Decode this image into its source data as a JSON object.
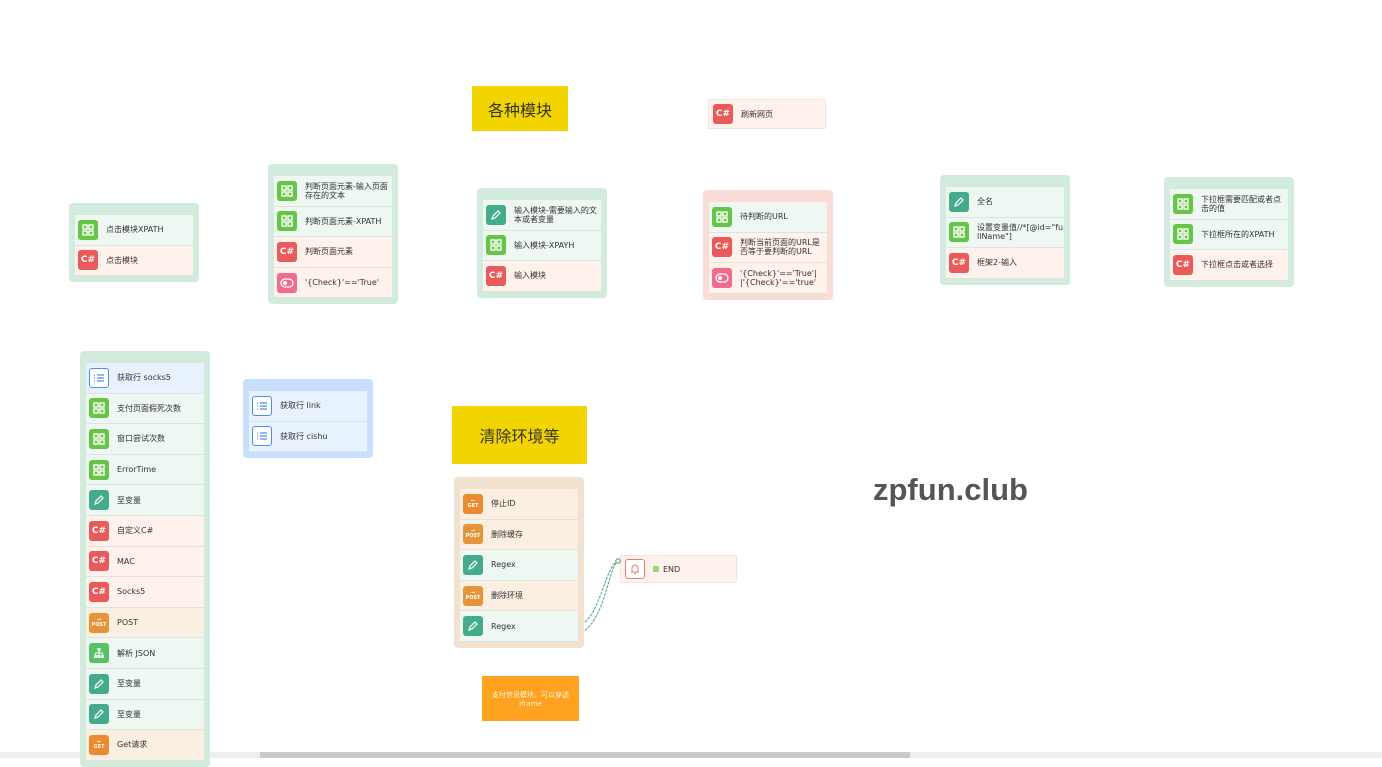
{
  "labels": {
    "modules": "各种模块",
    "cleanup": "清除环境等",
    "payment_note": "支付信息模块，可以穿透iframe"
  },
  "watermark": "zpfun.club",
  "refresh_node": {
    "icon": "cs",
    "label": "刷新网页"
  },
  "end_node": {
    "icon": "bell",
    "label": "END"
  },
  "groups": [
    {
      "theme": "green",
      "items": [
        {
          "icon": "grid",
          "label": "点击模块XPATH"
        },
        {
          "icon": "cs",
          "label": "点击模块"
        }
      ]
    },
    {
      "theme": "green",
      "items": [
        {
          "icon": "grid",
          "label": "判断页面元素-输入页面存在的文本"
        },
        {
          "icon": "grid",
          "label": "判断页面元素-XPATH"
        },
        {
          "icon": "cs",
          "label": "判断页面元素"
        },
        {
          "icon": "toggle",
          "label": "'{Check}'=='True'"
        }
      ]
    },
    {
      "theme": "green",
      "items": [
        {
          "icon": "pencil",
          "label": "输入模块-需要输入的文本或者变量"
        },
        {
          "icon": "grid",
          "label": "输入模块-XPAYH"
        },
        {
          "icon": "cs",
          "label": "输入模块"
        }
      ]
    },
    {
      "theme": "pink",
      "items": [
        {
          "icon": "grid",
          "label": "待判断的URL"
        },
        {
          "icon": "cs",
          "label": "判断当前页面的URL是否等于要判断的URL"
        },
        {
          "icon": "toggle",
          "label": "'{Check}'=='True'||'{Check}'=='true'"
        }
      ]
    },
    {
      "theme": "green",
      "items": [
        {
          "icon": "pencil",
          "label": "全名"
        },
        {
          "icon": "grid",
          "label": "设置变量值//*[@id=\"fullName\"]"
        },
        {
          "icon": "cs",
          "label": "框架2-输入"
        }
      ]
    },
    {
      "theme": "green",
      "items": [
        {
          "icon": "grid",
          "label": "下拉框需要匹配或者点击的值"
        },
        {
          "icon": "grid",
          "label": "下拉框所在的XPATH"
        },
        {
          "icon": "cs",
          "label": "下拉框点击或者选择"
        }
      ]
    },
    {
      "theme": "green",
      "items": [
        {
          "icon": "list",
          "label": "获取行 socks5"
        },
        {
          "icon": "grid",
          "label": "支付页面假死次数"
        },
        {
          "icon": "grid",
          "label": "窗口尝试次数"
        },
        {
          "icon": "grid",
          "label": "ErrorTime"
        },
        {
          "icon": "pencil",
          "label": "至变量"
        },
        {
          "icon": "cs",
          "label": "自定义C#"
        },
        {
          "icon": "cs",
          "label": "MAC"
        },
        {
          "icon": "cs",
          "label": "Socks5"
        },
        {
          "icon": "post",
          "label": "POST"
        },
        {
          "icon": "tree",
          "label": "解析 JSON"
        },
        {
          "icon": "pencil",
          "label": "至变量"
        },
        {
          "icon": "pencil",
          "label": "至变量"
        },
        {
          "icon": "get",
          "label": "Get请求"
        }
      ]
    },
    {
      "theme": "blue",
      "items": [
        {
          "icon": "list",
          "label": "获取行 link"
        },
        {
          "icon": "list",
          "label": "获取行 cishu"
        }
      ]
    },
    {
      "theme": "tan",
      "items": [
        {
          "icon": "get",
          "label": "停止ID"
        },
        {
          "icon": "post",
          "label": "删除缓存"
        },
        {
          "icon": "pencil",
          "label": "Regex"
        },
        {
          "icon": "post",
          "label": "删除环境"
        },
        {
          "icon": "pencil",
          "label": "Regex"
        }
      ]
    }
  ]
}
